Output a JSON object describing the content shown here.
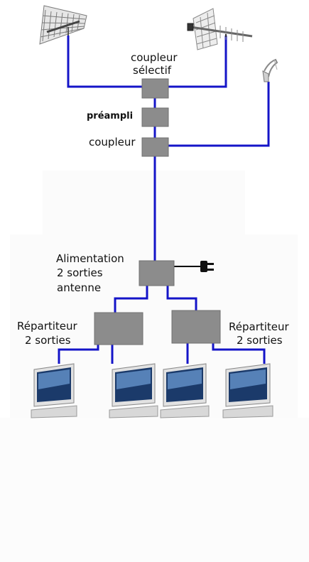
{
  "labels": {
    "coupleur_selectif_1": "coupleur",
    "coupleur_selectif_2": "sélectif",
    "preampli": "préampli",
    "coupleur": "coupleur",
    "alimentation_1": "Alimentation",
    "alimentation_2": "2 sorties",
    "alimentation_3": "antenne",
    "repartiteur_left_1": "Répartiteur",
    "repartiteur_left_2": "2 sorties",
    "repartiteur_right_1": "Répartiteur",
    "repartiteur_right_2": "2 sorties"
  },
  "colors": {
    "cable": "#1414c8",
    "box": "#8c8c8c",
    "box_border": "#6e6e6e",
    "power_cable": "#000000"
  },
  "icons": {
    "antenna_left": "uhf-grid-antenna-icon",
    "antenna_right": "yagi-antenna-icon",
    "antenna_small": "satellite-lnb-icon",
    "power_plug": "power-plug-icon",
    "monitor": "lcd-monitor-icon"
  }
}
